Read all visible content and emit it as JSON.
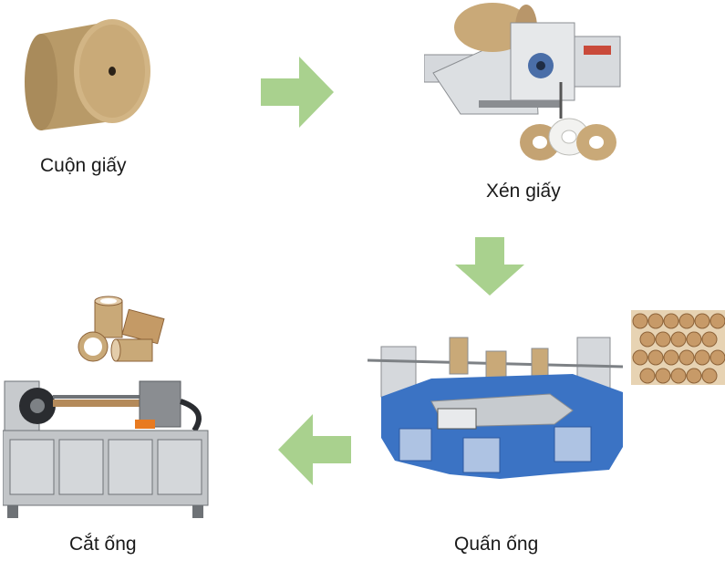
{
  "steps": [
    {
      "label": "Cuộn giấy",
      "image": "kraft-paper-roll-icon"
    },
    {
      "label": "Xén giấy",
      "image": "paper-slitting-machine-icon"
    },
    {
      "label": "Quấn ống",
      "image": "spiral-tube-winding-machine-icon"
    },
    {
      "label": "Cắt ống",
      "image": "tube-cutting-machine-icon"
    }
  ],
  "extras": {
    "slit_rolls": "slit-paper-rolls-icon",
    "tube_stack": "stacked-paper-tubes-icon",
    "cut_tubes": "cut-paper-tubes-icon"
  },
  "arrows": [
    {
      "direction": "right"
    },
    {
      "direction": "down"
    },
    {
      "direction": "left"
    }
  ],
  "colors": {
    "arrow": "#a9d18e",
    "kraft": "#c9a978",
    "machine_blue": "#3b73c4",
    "machine_grey": "#b9bcc0"
  }
}
